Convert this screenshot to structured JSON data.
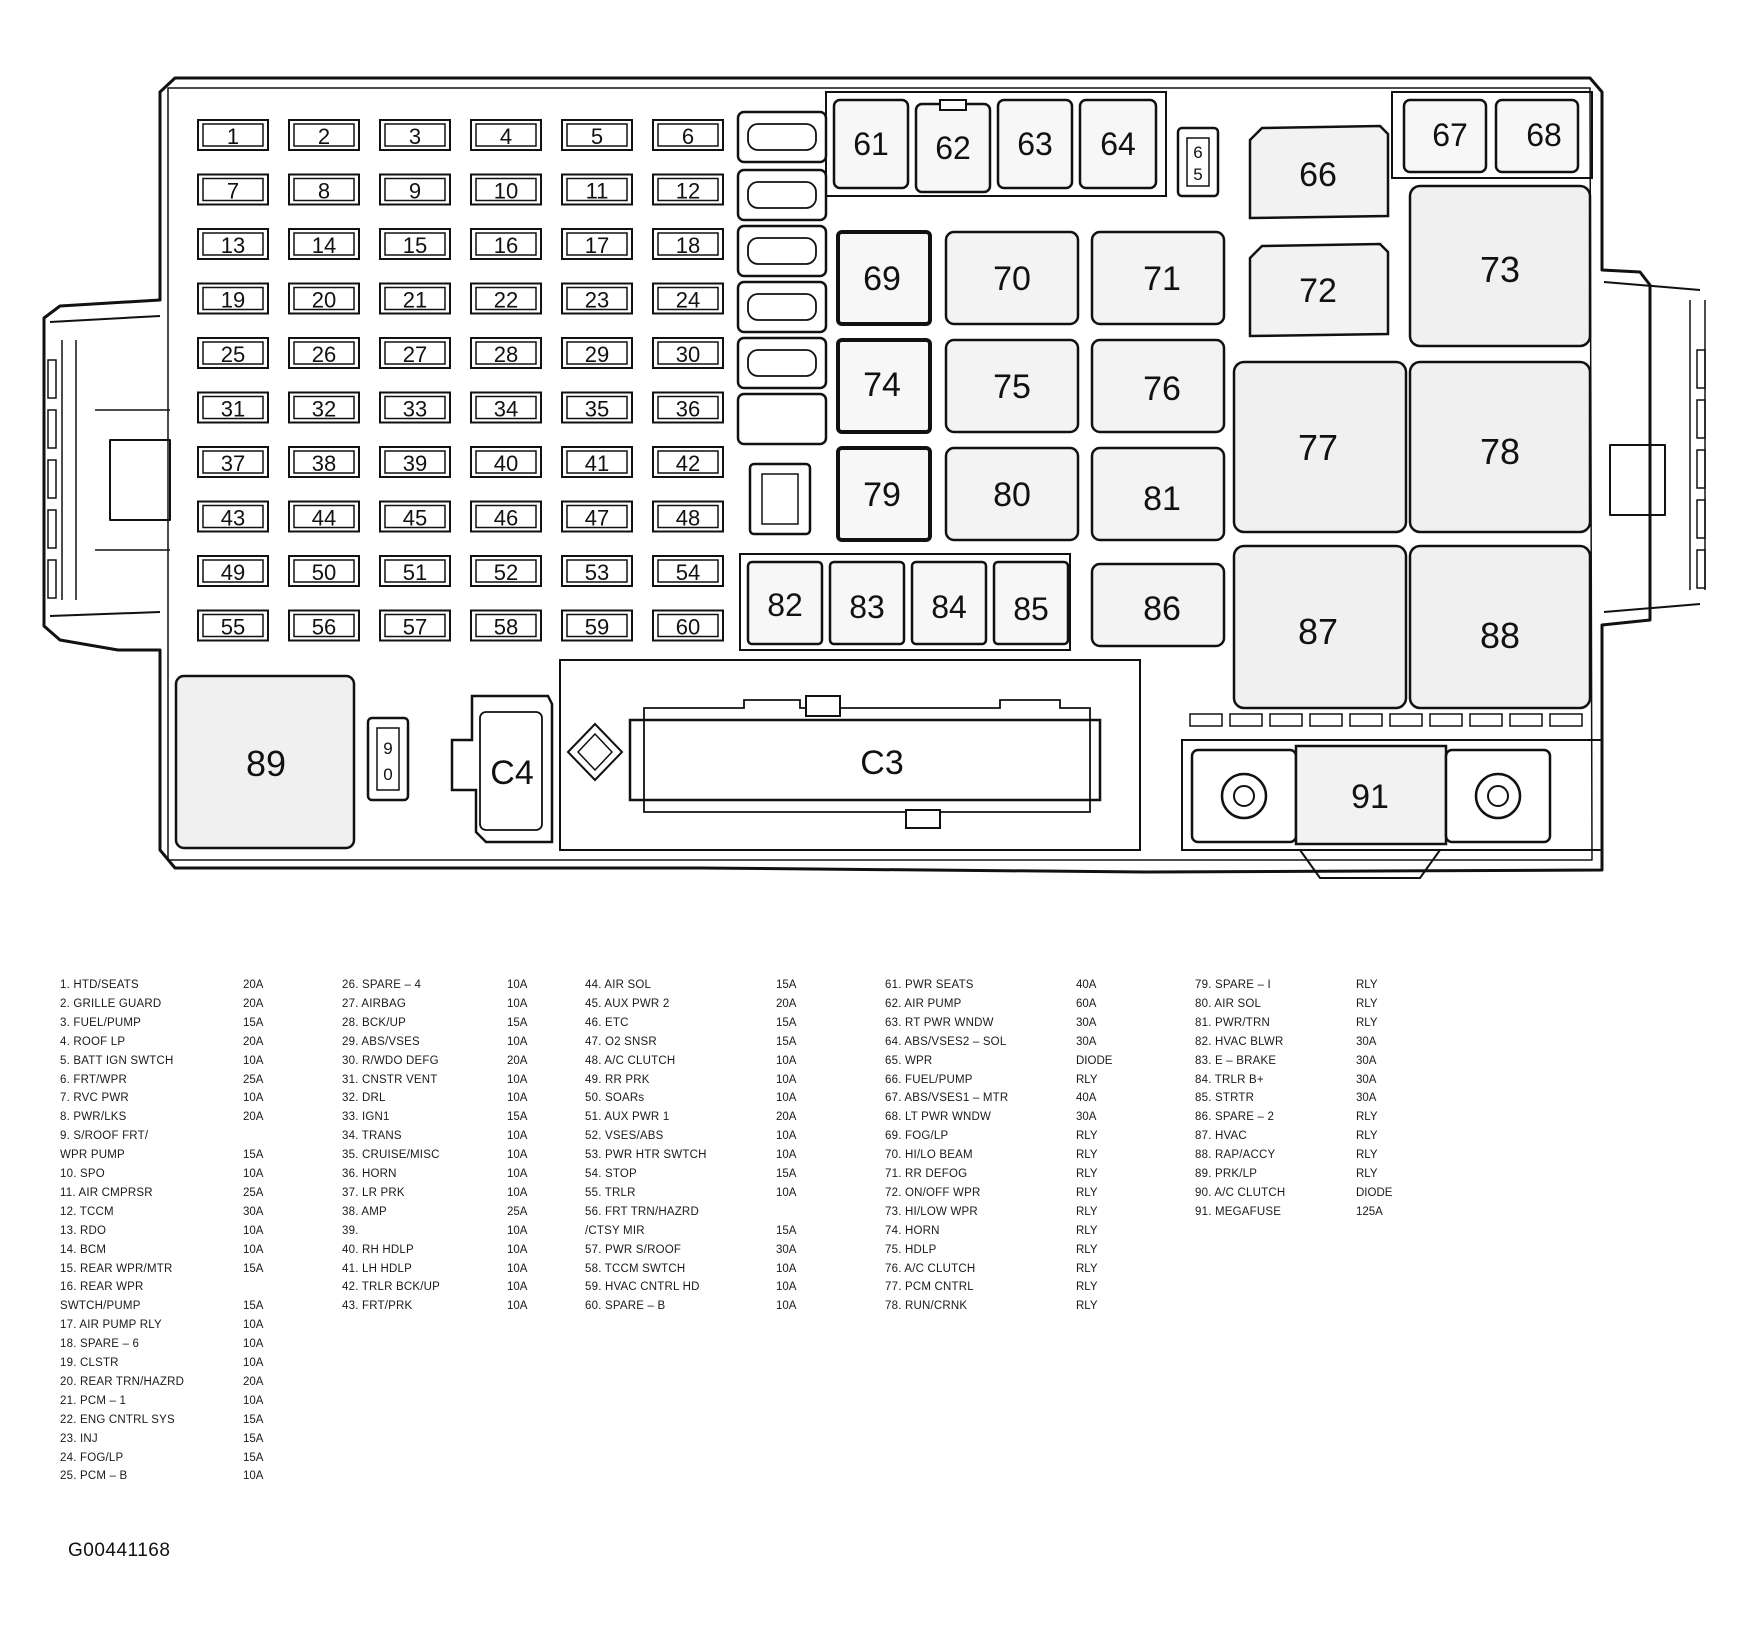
{
  "figure_id": "G00441168",
  "box_labels": {
    "fuses": [
      "1",
      "2",
      "3",
      "4",
      "5",
      "6",
      "7",
      "8",
      "9",
      "10",
      "11",
      "12",
      "13",
      "14",
      "15",
      "16",
      "17",
      "18",
      "19",
      "20",
      "21",
      "22",
      "23",
      "24",
      "25",
      "26",
      "27",
      "28",
      "29",
      "30",
      "31",
      "32",
      "33",
      "34",
      "35",
      "36",
      "37",
      "38",
      "39",
      "40",
      "41",
      "42",
      "43",
      "44",
      "45",
      "46",
      "47",
      "48",
      "49",
      "50",
      "51",
      "52",
      "53",
      "54",
      "55",
      "56",
      "57",
      "58",
      "59",
      "60"
    ],
    "r61": "61",
    "r62": "62",
    "r63": "63",
    "r64": "64",
    "r65": "65",
    "r66": "66",
    "r67": "67",
    "r68": "68",
    "r69": "69",
    "r70": "70",
    "r71": "71",
    "r72": "72",
    "r73": "73",
    "r74": "74",
    "r75": "75",
    "r76": "76",
    "r77": "77",
    "r78": "78",
    "r79": "79",
    "r80": "80",
    "r81": "81",
    "r82": "82",
    "r83": "83",
    "r84": "84",
    "r85": "85",
    "r86": "86",
    "r87": "87",
    "r88": "88",
    "r89": "89",
    "r90": "90",
    "r91": "91",
    "c3": "C3",
    "c4": "C4"
  },
  "legend": {
    "col1": [
      {
        "label": "1.  HTD/SEATS",
        "rating": "20A"
      },
      {
        "label": "2.  GRILLE GUARD",
        "rating": "20A"
      },
      {
        "label": "3.  FUEL/PUMP",
        "rating": "15A"
      },
      {
        "label": "4.  ROOF LP",
        "rating": "20A"
      },
      {
        "label": "5.  BATT IGN SWTCH",
        "rating": "10A"
      },
      {
        "label": "6.  FRT/WPR",
        "rating": "25A"
      },
      {
        "label": "7.  RVC PWR",
        "rating": "10A"
      },
      {
        "label": "8.  PWR/LKS",
        "rating": "20A"
      },
      {
        "label": "9.  S/ROOF  FRT/",
        "rating": ""
      },
      {
        "label": "     WPR PUMP",
        "rating": "15A"
      },
      {
        "label": "10. SPO",
        "rating": "10A"
      },
      {
        "label": "11. AIR CMPRSR",
        "rating": "25A"
      },
      {
        "label": "12. TCCM",
        "rating": "30A"
      },
      {
        "label": "13. RDO",
        "rating": "10A"
      },
      {
        "label": "14. BCM",
        "rating": "10A"
      },
      {
        "label": "15. REAR WPR/MTR",
        "rating": "15A"
      },
      {
        "label": "16. REAR WPR",
        "rating": ""
      },
      {
        "label": "     SWTCH/PUMP",
        "rating": "15A"
      },
      {
        "label": "17. AIR PUMP RLY",
        "rating": "10A"
      },
      {
        "label": "18. SPARE – 6",
        "rating": "10A"
      },
      {
        "label": "19. CLSTR",
        "rating": "10A"
      },
      {
        "label": "20. REAR TRN/HAZRD",
        "rating": "20A"
      },
      {
        "label": "21. PCM – 1",
        "rating": "10A"
      },
      {
        "label": "22. ENG CNTRL SYS",
        "rating": "15A"
      },
      {
        "label": "23. INJ",
        "rating": "15A"
      },
      {
        "label": "24. FOG/LP",
        "rating": "15A"
      },
      {
        "label": "25. PCM – B",
        "rating": "10A"
      }
    ],
    "col2": [
      {
        "label": "26. SPARE – 4",
        "rating": "10A"
      },
      {
        "label": "27. AIRBAG",
        "rating": "10A"
      },
      {
        "label": "28. BCK/UP",
        "rating": "15A"
      },
      {
        "label": "29. ABS/VSES",
        "rating": "10A"
      },
      {
        "label": "30. R/WDO DEFG",
        "rating": "20A"
      },
      {
        "label": "31. CNSTR VENT",
        "rating": "10A"
      },
      {
        "label": "32. DRL",
        "rating": "10A"
      },
      {
        "label": "33. IGN1",
        "rating": "15A"
      },
      {
        "label": "34. TRANS",
        "rating": "10A"
      },
      {
        "label": "35. CRUISE/MISC",
        "rating": "10A"
      },
      {
        "label": "36. HORN",
        "rating": "10A"
      },
      {
        "label": "37. LR PRK",
        "rating": "10A"
      },
      {
        "label": "38. AMP",
        "rating": "25A"
      },
      {
        "label": "39.",
        "rating": "10A"
      },
      {
        "label": "40. RH HDLP",
        "rating": "10A"
      },
      {
        "label": "41. LH HDLP",
        "rating": "10A"
      },
      {
        "label": "42. TRLR BCK/UP",
        "rating": "10A"
      },
      {
        "label": "43. FRT/PRK",
        "rating": "10A"
      }
    ],
    "col3": [
      {
        "label": "44. AIR SOL",
        "rating": "15A"
      },
      {
        "label": "45. AUX PWR 2",
        "rating": "20A"
      },
      {
        "label": "46. ETC",
        "rating": "15A"
      },
      {
        "label": "47. O2 SNSR",
        "rating": "15A"
      },
      {
        "label": "48. A/C CLUTCH",
        "rating": "10A"
      },
      {
        "label": "49. RR PRK",
        "rating": "10A"
      },
      {
        "label": "50. SOARs",
        "rating": "10A"
      },
      {
        "label": "51. AUX PWR 1",
        "rating": "20A"
      },
      {
        "label": "52. VSES/ABS",
        "rating": "10A"
      },
      {
        "label": "53. PWR HTR SWTCH",
        "rating": "10A"
      },
      {
        "label": "54. STOP",
        "rating": "15A"
      },
      {
        "label": "55. TRLR",
        "rating": "10A"
      },
      {
        "label": "56. FRT TRN/HAZRD",
        "rating": ""
      },
      {
        "label": "     /CTSY MIR",
        "rating": "15A"
      },
      {
        "label": "57. PWR S/ROOF",
        "rating": "30A"
      },
      {
        "label": "58. TCCM SWTCH",
        "rating": "10A"
      },
      {
        "label": "59. HVAC CNTRL HD",
        "rating": "10A"
      },
      {
        "label": "60. SPARE – B",
        "rating": "10A"
      }
    ],
    "col4": [
      {
        "label": "61. PWR SEATS",
        "rating": "40A"
      },
      {
        "label": "62. AIR PUMP",
        "rating": "60A"
      },
      {
        "label": "63. RT PWR WNDW",
        "rating": "30A"
      },
      {
        "label": "64. ABS/VSES2 – SOL",
        "rating": "30A"
      },
      {
        "label": "65. WPR",
        "rating": "DIODE"
      },
      {
        "label": "66. FUEL/PUMP",
        "rating": "RLY"
      },
      {
        "label": "67. ABS/VSES1 – MTR",
        "rating": "40A"
      },
      {
        "label": "68. LT PWR WNDW",
        "rating": "30A"
      },
      {
        "label": "69. FOG/LP",
        "rating": "RLY"
      },
      {
        "label": "70. HI/LO BEAM",
        "rating": "RLY"
      },
      {
        "label": "71. RR DEFOG",
        "rating": "RLY"
      },
      {
        "label": "72. ON/OFF WPR",
        "rating": "RLY"
      },
      {
        "label": "73. HI/LOW WPR",
        "rating": "RLY"
      },
      {
        "label": "74. HORN",
        "rating": "RLY"
      },
      {
        "label": "75. HDLP",
        "rating": "RLY"
      },
      {
        "label": "76. A/C CLUTCH",
        "rating": "RLY"
      },
      {
        "label": "77. PCM CNTRL",
        "rating": "RLY"
      },
      {
        "label": "78. RUN/CRNK",
        "rating": "RLY"
      }
    ],
    "col5": [
      {
        "label": "79. SPARE – I",
        "rating": "RLY"
      },
      {
        "label": "80. AIR SOL",
        "rating": "RLY"
      },
      {
        "label": "81. PWR/TRN",
        "rating": "RLY"
      },
      {
        "label": "82. HVAC BLWR",
        "rating": "30A"
      },
      {
        "label": "83. E – BRAKE",
        "rating": "30A"
      },
      {
        "label": "84. TRLR B+",
        "rating": "30A"
      },
      {
        "label": "85. STRTR",
        "rating": "30A"
      },
      {
        "label": "86. SPARE – 2",
        "rating": "RLY"
      },
      {
        "label": "87. HVAC",
        "rating": "RLY"
      },
      {
        "label": "88. RAP/ACCY",
        "rating": "RLY"
      },
      {
        "label": "89. PRK/LP",
        "rating": "RLY"
      },
      {
        "label": "90. A/C CLUTCH",
        "rating": "DIODE"
      },
      {
        "label": "91. MEGAFUSE",
        "rating": "125A"
      }
    ]
  }
}
